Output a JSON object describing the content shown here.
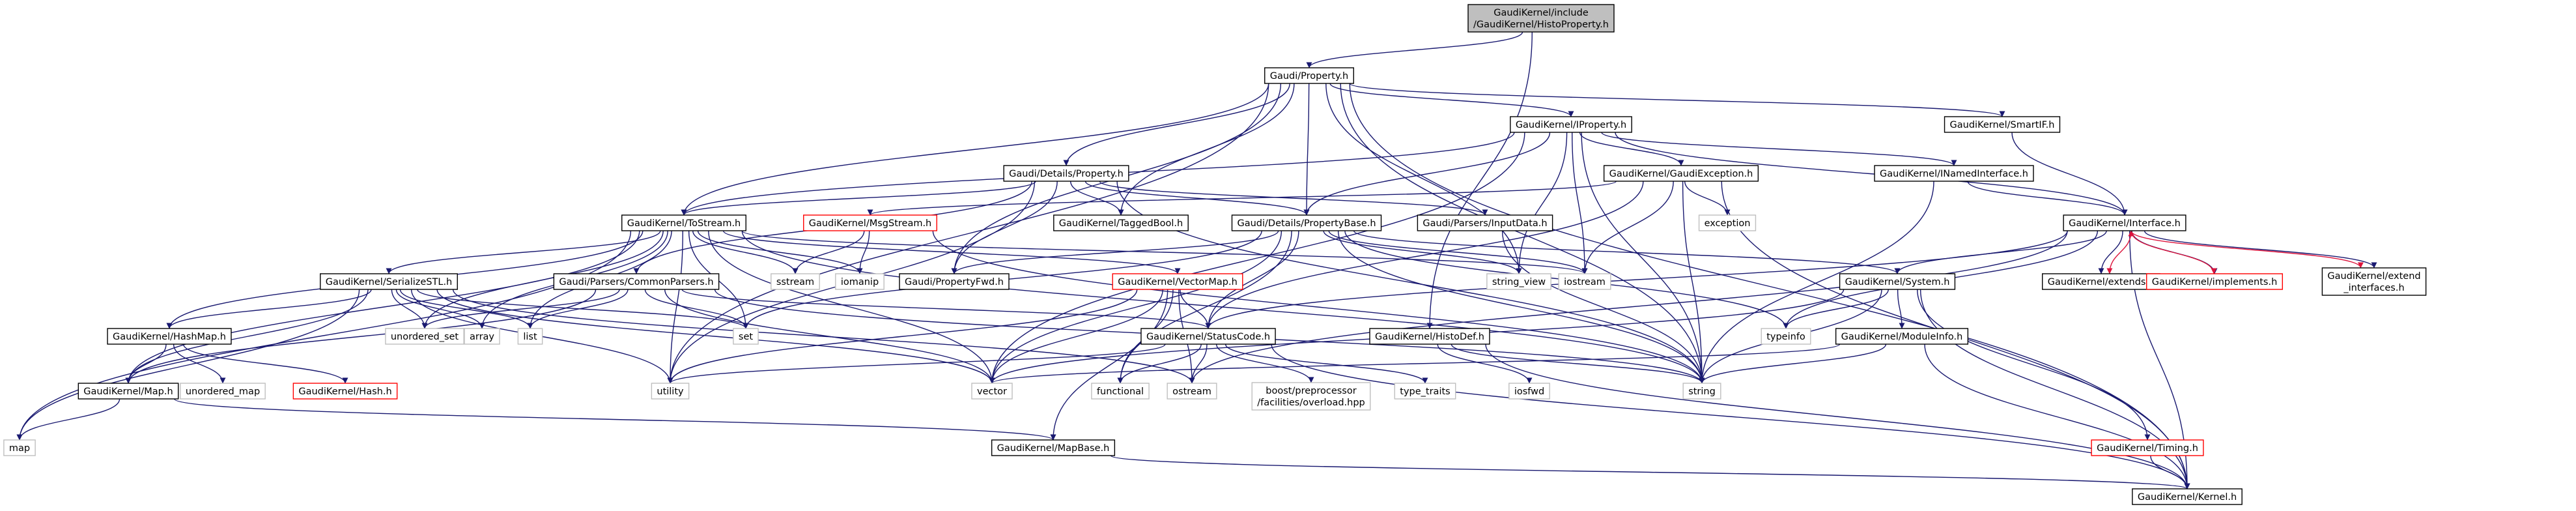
{
  "colors": {
    "edge": "#191970",
    "edge_inherit": "#dc143c",
    "node_border": "#000000",
    "node_external_border": "#bfbfbf",
    "node_truncated_border": "#ff0000",
    "root_fill": "#bfbfbf",
    "node_fill": "#ffffff",
    "text": "#000000"
  },
  "nodes": [
    {
      "id": "root",
      "lines": [
        "GaudiKernel/include",
        "/GaudiKernel/HistoProperty.h"
      ],
      "style": "root"
    },
    {
      "id": "gaudi_property",
      "lines": [
        "Gaudi/Property.h"
      ],
      "style": "normal"
    },
    {
      "id": "iproperty",
      "lines": [
        "GaudiKernel/IProperty.h"
      ],
      "style": "normal"
    },
    {
      "id": "smartif",
      "lines": [
        "GaudiKernel/SmartIF.h"
      ],
      "style": "normal"
    },
    {
      "id": "details_property",
      "lines": [
        "Gaudi/Details/Property.h"
      ],
      "style": "normal"
    },
    {
      "id": "gaudiexception",
      "lines": [
        "GaudiKernel/GaudiException.h"
      ],
      "style": "normal"
    },
    {
      "id": "inamedinterface",
      "lines": [
        "GaudiKernel/INamedInterface.h"
      ],
      "style": "normal"
    },
    {
      "id": "interface",
      "lines": [
        "GaudiKernel/Interface.h"
      ],
      "style": "normal"
    },
    {
      "id": "tostream",
      "lines": [
        "GaudiKernel/ToStream.h"
      ],
      "style": "normal"
    },
    {
      "id": "msgstream",
      "lines": [
        "GaudiKernel/MsgStream.h"
      ],
      "style": "truncated"
    },
    {
      "id": "taggedbool",
      "lines": [
        "GaudiKernel/TaggedBool.h"
      ],
      "style": "normal"
    },
    {
      "id": "propertybase",
      "lines": [
        "Gaudi/Details/PropertyBase.h"
      ],
      "style": "normal"
    },
    {
      "id": "inputdata",
      "lines": [
        "Gaudi/Parsers/InputData.h"
      ],
      "style": "normal"
    },
    {
      "id": "exception",
      "lines": [
        "exception"
      ],
      "style": "external"
    },
    {
      "id": "serializestl",
      "lines": [
        "GaudiKernel/SerializeSTL.h"
      ],
      "style": "normal"
    },
    {
      "id": "commonparsers",
      "lines": [
        "Gaudi/Parsers/CommonParsers.h"
      ],
      "style": "normal"
    },
    {
      "id": "sstream",
      "lines": [
        "sstream"
      ],
      "style": "external"
    },
    {
      "id": "iomanip",
      "lines": [
        "iomanip"
      ],
      "style": "external"
    },
    {
      "id": "vectormap",
      "lines": [
        "GaudiKernel/VectorMap.h"
      ],
      "style": "truncated"
    },
    {
      "id": "propertyfwd",
      "lines": [
        "Gaudi/PropertyFwd.h"
      ],
      "style": "normal"
    },
    {
      "id": "string_view",
      "lines": [
        "string_view"
      ],
      "style": "external"
    },
    {
      "id": "iostream",
      "lines": [
        "iostream"
      ],
      "style": "external"
    },
    {
      "id": "system",
      "lines": [
        "GaudiKernel/System.h"
      ],
      "style": "normal"
    },
    {
      "id": "extends",
      "lines": [
        "GaudiKernel/extends.h"
      ],
      "style": "normal"
    },
    {
      "id": "implements",
      "lines": [
        "GaudiKernel/implements.h"
      ],
      "style": "truncated"
    },
    {
      "id": "extend_interfaces",
      "lines": [
        "GaudiKernel/extend",
        "_interfaces.h"
      ],
      "style": "normal"
    },
    {
      "id": "hashmap",
      "lines": [
        "GaudiKernel/HashMap.h"
      ],
      "style": "normal"
    },
    {
      "id": "unordered_set",
      "lines": [
        "unordered_set"
      ],
      "style": "external"
    },
    {
      "id": "array",
      "lines": [
        "array"
      ],
      "style": "external"
    },
    {
      "id": "list",
      "lines": [
        "list"
      ],
      "style": "external"
    },
    {
      "id": "set",
      "lines": [
        "set"
      ],
      "style": "external"
    },
    {
      "id": "statuscode",
      "lines": [
        "GaudiKernel/StatusCode.h"
      ],
      "style": "normal"
    },
    {
      "id": "histodef",
      "lines": [
        "GaudiKernel/HistoDef.h"
      ],
      "style": "normal"
    },
    {
      "id": "typeinfo",
      "lines": [
        "typeinfo"
      ],
      "style": "external"
    },
    {
      "id": "moduleinfo",
      "lines": [
        "GaudiKernel/ModuleInfo.h"
      ],
      "style": "normal"
    },
    {
      "id": "map_h",
      "lines": [
        "GaudiKernel/Map.h"
      ],
      "style": "normal"
    },
    {
      "id": "unordered_map",
      "lines": [
        "unordered_map"
      ],
      "style": "external"
    },
    {
      "id": "hash",
      "lines": [
        "GaudiKernel/Hash.h"
      ],
      "style": "truncated"
    },
    {
      "id": "utility",
      "lines": [
        "utility"
      ],
      "style": "external"
    },
    {
      "id": "vector",
      "lines": [
        "vector"
      ],
      "style": "external"
    },
    {
      "id": "functional",
      "lines": [
        "functional"
      ],
      "style": "external"
    },
    {
      "id": "ostream",
      "lines": [
        "ostream"
      ],
      "style": "external"
    },
    {
      "id": "overload",
      "lines": [
        "boost/preprocessor",
        "/facilities/overload.hpp"
      ],
      "style": "external"
    },
    {
      "id": "type_traits",
      "lines": [
        "type_traits"
      ],
      "style": "external"
    },
    {
      "id": "iosfwd",
      "lines": [
        "iosfwd"
      ],
      "style": "external"
    },
    {
      "id": "string",
      "lines": [
        "string"
      ],
      "style": "external"
    },
    {
      "id": "map",
      "lines": [
        "map"
      ],
      "style": "external"
    },
    {
      "id": "mapbase",
      "lines": [
        "GaudiKernel/MapBase.h"
      ],
      "style": "normal"
    },
    {
      "id": "timing",
      "lines": [
        "GaudiKernel/Timing.h"
      ],
      "style": "truncated"
    },
    {
      "id": "kernel",
      "lines": [
        "GaudiKernel/Kernel.h"
      ],
      "style": "normal"
    }
  ],
  "edges": [
    {
      "from": "root",
      "to": "gaudi_property"
    },
    {
      "from": "root",
      "to": "histodef"
    },
    {
      "from": "gaudi_property",
      "to": "iproperty"
    },
    {
      "from": "gaudi_property",
      "to": "smartif"
    },
    {
      "from": "gaudi_property",
      "to": "details_property"
    },
    {
      "from": "gaudi_property",
      "to": "tostream"
    },
    {
      "from": "gaudi_property",
      "to": "taggedbool"
    },
    {
      "from": "gaudi_property",
      "to": "propertybase"
    },
    {
      "from": "gaudi_property",
      "to": "propertyfwd"
    },
    {
      "from": "gaudi_property",
      "to": "string_view"
    },
    {
      "from": "gaudi_property",
      "to": "utility"
    },
    {
      "from": "gaudi_property",
      "to": "string"
    },
    {
      "from": "gaudi_property",
      "to": "kernel"
    },
    {
      "from": "iproperty",
      "to": "gaudiexception"
    },
    {
      "from": "iproperty",
      "to": "inamedinterface"
    },
    {
      "from": "iproperty",
      "to": "interface"
    },
    {
      "from": "iproperty",
      "to": "tostream"
    },
    {
      "from": "iproperty",
      "to": "propertybase"
    },
    {
      "from": "iproperty",
      "to": "iostream"
    },
    {
      "from": "iproperty",
      "to": "string_view"
    },
    {
      "from": "iproperty",
      "to": "vector"
    },
    {
      "from": "iproperty",
      "to": "string"
    },
    {
      "from": "smartif",
      "to": "interface"
    },
    {
      "from": "details_property",
      "to": "tostream"
    },
    {
      "from": "details_property",
      "to": "commonparsers"
    },
    {
      "from": "details_property",
      "to": "taggedbool"
    },
    {
      "from": "details_property",
      "to": "propertybase"
    },
    {
      "from": "details_property",
      "to": "inputdata"
    },
    {
      "from": "details_property",
      "to": "propertyfwd"
    },
    {
      "from": "details_property",
      "to": "string"
    },
    {
      "from": "details_property",
      "to": "utility"
    },
    {
      "from": "gaudiexception",
      "to": "msgstream"
    },
    {
      "from": "gaudiexception",
      "to": "exception"
    },
    {
      "from": "gaudiexception",
      "to": "iostream"
    },
    {
      "from": "gaudiexception",
      "to": "statuscode"
    },
    {
      "from": "gaudiexception",
      "to": "string"
    },
    {
      "from": "gaudiexception",
      "to": "kernel"
    },
    {
      "from": "inamedinterface",
      "to": "interface"
    },
    {
      "from": "inamedinterface",
      "to": "string"
    },
    {
      "from": "interface",
      "to": "system"
    },
    {
      "from": "interface",
      "to": "extends"
    },
    {
      "from": "interface",
      "to": "implements"
    },
    {
      "from": "interface",
      "to": "extend_interfaces"
    },
    {
      "from": "interface",
      "to": "statuscode"
    },
    {
      "from": "interface",
      "to": "typeinfo"
    },
    {
      "from": "interface",
      "to": "ostream"
    },
    {
      "from": "interface",
      "to": "kernel"
    },
    {
      "from": "extends",
      "to": "interface",
      "style": "inherit"
    },
    {
      "from": "implements",
      "to": "interface",
      "style": "inherit"
    },
    {
      "from": "extend_interfaces",
      "to": "interface",
      "style": "inherit"
    },
    {
      "from": "tostream",
      "to": "serializestl"
    },
    {
      "from": "tostream",
      "to": "map_h"
    },
    {
      "from": "tostream",
      "to": "hashmap"
    },
    {
      "from": "tostream",
      "to": "vectormap"
    },
    {
      "from": "tostream",
      "to": "sstream"
    },
    {
      "from": "tostream",
      "to": "iomanip"
    },
    {
      "from": "tostream",
      "to": "string"
    },
    {
      "from": "tostream",
      "to": "array"
    },
    {
      "from": "tostream",
      "to": "list"
    },
    {
      "from": "tostream",
      "to": "set"
    },
    {
      "from": "tostream",
      "to": "unordered_set"
    },
    {
      "from": "tostream",
      "to": "map"
    },
    {
      "from": "tostream",
      "to": "vector"
    },
    {
      "from": "tostream",
      "to": "utility"
    },
    {
      "from": "tostream",
      "to": "iostream"
    },
    {
      "from": "msgstream",
      "to": "sstream"
    },
    {
      "from": "msgstream",
      "to": "iomanip"
    },
    {
      "from": "msgstream",
      "to": "string"
    },
    {
      "from": "propertybase",
      "to": "propertyfwd"
    },
    {
      "from": "propertybase",
      "to": "string_view"
    },
    {
      "from": "propertybase",
      "to": "iostream"
    },
    {
      "from": "propertybase",
      "to": "statuscode"
    },
    {
      "from": "propertybase",
      "to": "functional"
    },
    {
      "from": "propertybase",
      "to": "string"
    },
    {
      "from": "propertybase",
      "to": "typeinfo"
    },
    {
      "from": "propertybase",
      "to": "set"
    },
    {
      "from": "propertybase",
      "to": "vector"
    },
    {
      "from": "propertybase",
      "to": "system"
    },
    {
      "from": "inputdata",
      "to": "string"
    },
    {
      "from": "serializestl",
      "to": "map_h"
    },
    {
      "from": "serializestl",
      "to": "hashmap"
    },
    {
      "from": "serializestl",
      "to": "array"
    },
    {
      "from": "serializestl",
      "to": "list"
    },
    {
      "from": "serializestl",
      "to": "set"
    },
    {
      "from": "serializestl",
      "to": "unordered_set"
    },
    {
      "from": "serializestl",
      "to": "map"
    },
    {
      "from": "serializestl",
      "to": "utility"
    },
    {
      "from": "serializestl",
      "to": "vector"
    },
    {
      "from": "serializestl",
      "to": "ostream"
    },
    {
      "from": "commonparsers",
      "to": "statuscode"
    },
    {
      "from": "commonparsers",
      "to": "map_h"
    },
    {
      "from": "commonparsers",
      "to": "list"
    },
    {
      "from": "commonparsers",
      "to": "set"
    },
    {
      "from": "commonparsers",
      "to": "unordered_set"
    },
    {
      "from": "commonparsers",
      "to": "vector"
    },
    {
      "from": "commonparsers",
      "to": "string"
    },
    {
      "from": "vectormap",
      "to": "statuscode"
    },
    {
      "from": "vectormap",
      "to": "mapbase"
    },
    {
      "from": "vectormap",
      "to": "functional"
    },
    {
      "from": "vectormap",
      "to": "ostream"
    },
    {
      "from": "vectormap",
      "to": "utility"
    },
    {
      "from": "vectormap",
      "to": "vector"
    },
    {
      "from": "system",
      "to": "moduleinfo"
    },
    {
      "from": "system",
      "to": "timing"
    },
    {
      "from": "system",
      "to": "kernel"
    },
    {
      "from": "system",
      "to": "string"
    },
    {
      "from": "system",
      "to": "typeinfo"
    },
    {
      "from": "system",
      "to": "vector"
    },
    {
      "from": "moduleinfo",
      "to": "kernel"
    },
    {
      "from": "moduleinfo",
      "to": "string"
    },
    {
      "from": "moduleinfo",
      "to": "vector"
    },
    {
      "from": "timing",
      "to": "kernel"
    },
    {
      "from": "hashmap",
      "to": "map_h"
    },
    {
      "from": "hashmap",
      "to": "unordered_map"
    },
    {
      "from": "hashmap",
      "to": "hash"
    },
    {
      "from": "map_h",
      "to": "map"
    },
    {
      "from": "map_h",
      "to": "mapbase"
    },
    {
      "from": "mapbase",
      "to": "kernel"
    },
    {
      "from": "statuscode",
      "to": "overload"
    },
    {
      "from": "statuscode",
      "to": "functional"
    },
    {
      "from": "statuscode",
      "to": "ostream"
    },
    {
      "from": "statuscode",
      "to": "type_traits"
    },
    {
      "from": "statuscode",
      "to": "utility"
    },
    {
      "from": "statuscode",
      "to": "kernel"
    },
    {
      "from": "histodef",
      "to": "iosfwd"
    },
    {
      "from": "histodef",
      "to": "string"
    },
    {
      "from": "histodef",
      "to": "kernel"
    }
  ]
}
